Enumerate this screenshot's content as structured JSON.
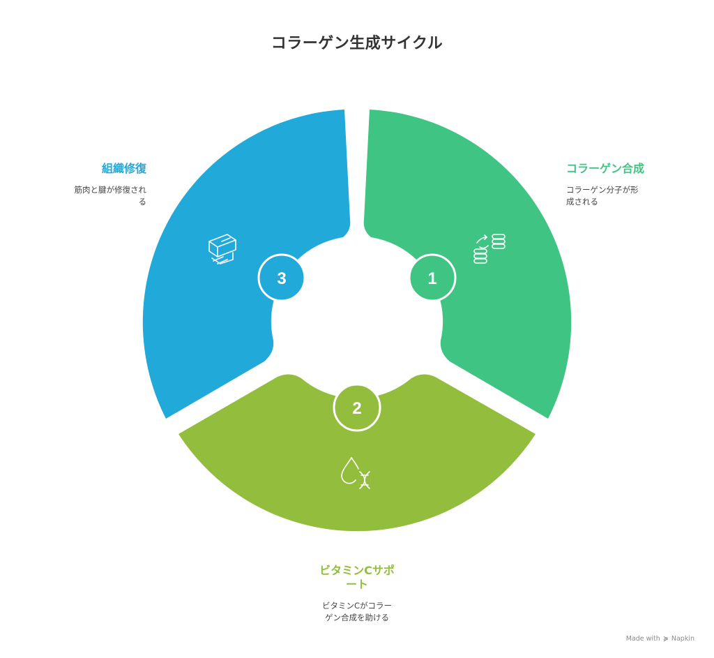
{
  "title": "コラーゲン生成サイクル",
  "colors": {
    "step1": "#40C484",
    "step2": "#93BE3D",
    "step3": "#20A9D9",
    "title": "#333333"
  },
  "steps": [
    {
      "number": "1",
      "title": "コラーゲン合成",
      "desc_line1": "コラーゲン分子が形",
      "desc_line2": "成される",
      "icon": "molecule-exchange-icon"
    },
    {
      "number": "2",
      "title_line1": "ビタミンCサポ",
      "title_line2": "ート",
      "desc_line1": "ビタミンCがコラー",
      "desc_line2": "ゲン合成を助ける",
      "icon": "drop-dna-icon"
    },
    {
      "number": "3",
      "title": "組織修復",
      "desc_line1": "筋肉と腱が修復され",
      "desc_line2": "る",
      "icon": "bandage-icon"
    }
  ],
  "footer": {
    "made_with": "Made with",
    "brand": "Napkin"
  }
}
